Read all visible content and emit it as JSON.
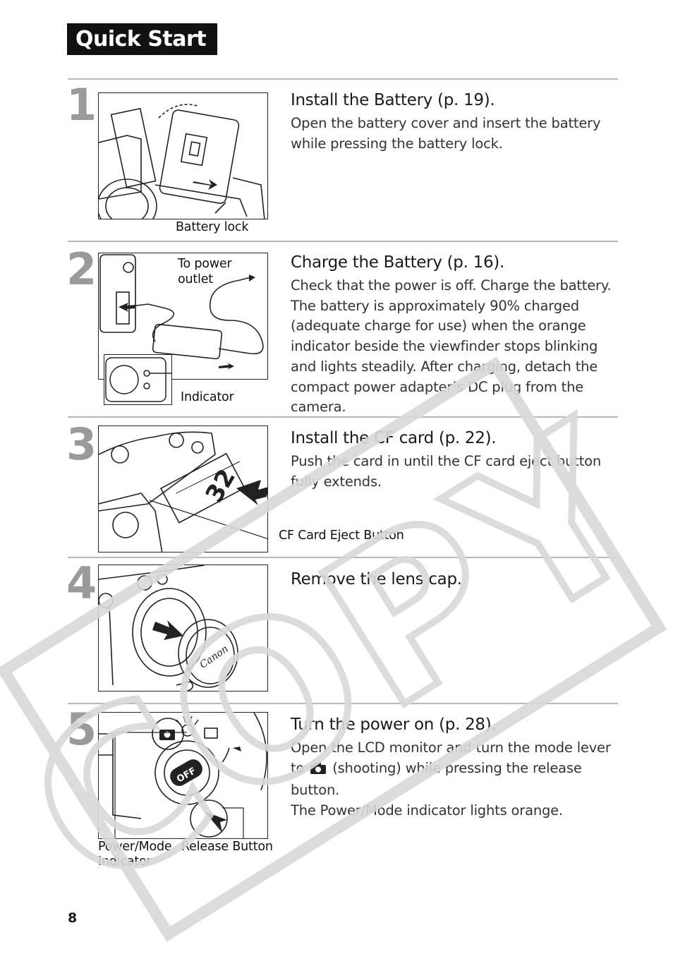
{
  "header": {
    "title": "Quick Start"
  },
  "steps": [
    {
      "number": "1",
      "title": "Install the Battery (p. 19).",
      "body": "Open the battery cover and insert the battery while pressing the battery lock.",
      "labels": {
        "battery_lock": "Battery lock"
      }
    },
    {
      "number": "2",
      "title": "Charge the Battery (p. 16).",
      "body": "Check that the power is off. Charge the battery. The battery is approximately 90% charged (adequate charge for use) when the orange indicator beside the viewfinder stops blinking and lights steadily. After charging, detach the compact power adapter’s DC plug from the camera.",
      "labels": {
        "to_power_outlet_1": "To power",
        "to_power_outlet_2": "outlet",
        "indicator": "Indicator"
      }
    },
    {
      "number": "3",
      "title": "Install the CF card (p. 22).",
      "body": "Push the card in until the CF card eject button fully extends.",
      "labels": {
        "cf_eject": "CF Card Eject Button",
        "card_capacity": "32"
      }
    },
    {
      "number": "4",
      "title": "Remove the lens cap.",
      "body": "",
      "labels": {
        "lens_cap_brand": "Canon"
      }
    },
    {
      "number": "5",
      "title": "Turn the power on (p. 28).",
      "body_line1_a": "Open the LCD monitor and turn the mode lever",
      "body_line2_a": "to",
      "body_line2_b": "(shooting) while pressing the release",
      "body_line3": "button.",
      "body_line4": "The Power/Mode indicator lights orange.",
      "labels": {
        "power_mode_1": "Power/Mode",
        "power_mode_2": "Indicator",
        "release_button": "Release Button",
        "off": "OFF"
      }
    }
  ],
  "footer": {
    "page_number": "8"
  },
  "watermark": {
    "text": "COPY",
    "color": "#d9d9d9"
  }
}
